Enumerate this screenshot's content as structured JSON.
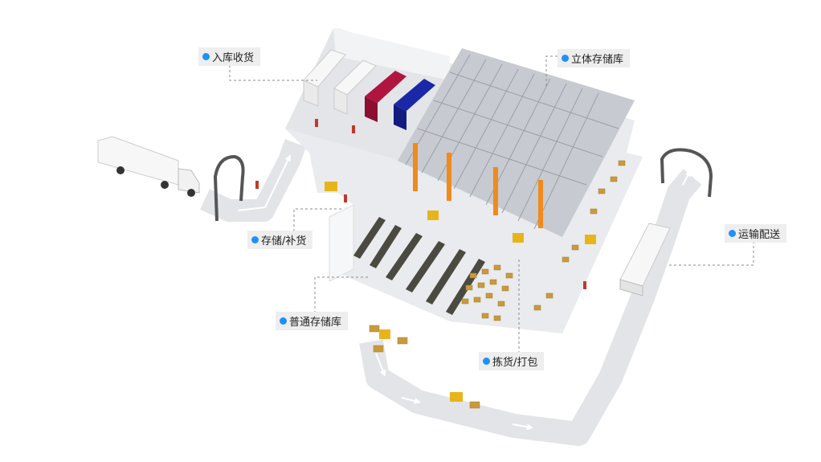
{
  "accent_color": "#1e90ff",
  "labels": {
    "receiving": "入库收货",
    "storage": "存储/补货",
    "regular_warehouse": "普通存储库",
    "picking": "拣货/打包",
    "asrs": "立体存储库",
    "transport": "运输配送"
  },
  "colors": {
    "floor": "#e9ebee",
    "path": "#e2e4e8",
    "truck_white": "#f7f7f7",
    "truck_red": "#b0153f",
    "truck_blue": "#1a28a8",
    "shelf": "#b8bcc4",
    "box": "#c99a3d",
    "forklift": "#e7b51a",
    "worker_red": "#c0392b"
  }
}
